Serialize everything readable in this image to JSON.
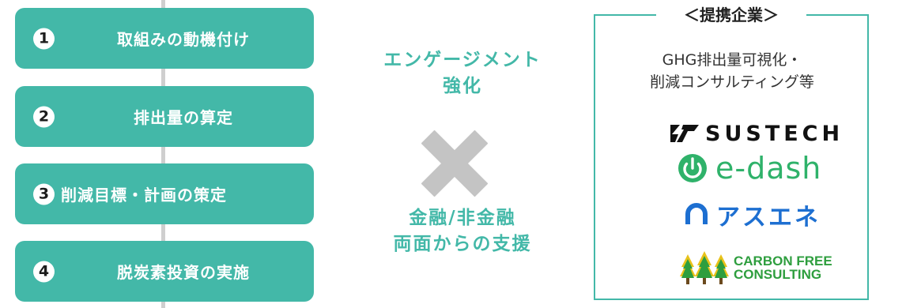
{
  "steps": [
    {
      "number": "1",
      "label": "取組みの動機付け"
    },
    {
      "number": "2",
      "label": "排出量の算定"
    },
    {
      "number": "3",
      "label": "削減目標・計画の策定"
    },
    {
      "number": "4",
      "label": "脱炭素投資の実施"
    }
  ],
  "middle": {
    "top_line1": "エンゲージメント",
    "top_line2": "強化",
    "cross_icon": "multiply-icon",
    "bottom_line1": "金融/非金融",
    "bottom_line2": "両面からの支援"
  },
  "partners": {
    "title": "＜提携企業＞",
    "desc_line1": "GHG排出量可視化・",
    "desc_line2": "削減コンサルティング等",
    "logos": {
      "sustech": "SUSTECH",
      "edash": "e-dash",
      "asuene": "アスエネ",
      "carbonfree_line1": "CARBON FREE",
      "carbonfree_line2": "CONSULTING"
    }
  },
  "colors": {
    "teal": "#43b8a8",
    "grey_line": "#cfcfcf",
    "cross_grey": "#c4c4c4",
    "edash_green": "#2fb26a",
    "asuene_blue": "#1d6fd1",
    "cfc_green": "#2e9e3e"
  }
}
